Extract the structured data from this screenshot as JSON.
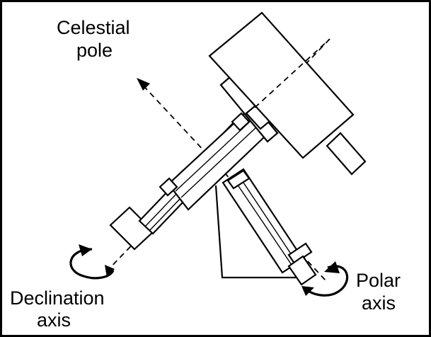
{
  "labels": {
    "celestial_pole_line1": "Celestial",
    "celestial_pole_line2": "pole",
    "declination_line1": "Declination",
    "declination_line2": "axis",
    "polar_line1": "Polar",
    "polar_line2": "axis"
  },
  "colors": {
    "line": "#000000",
    "background": "#ffffff"
  }
}
